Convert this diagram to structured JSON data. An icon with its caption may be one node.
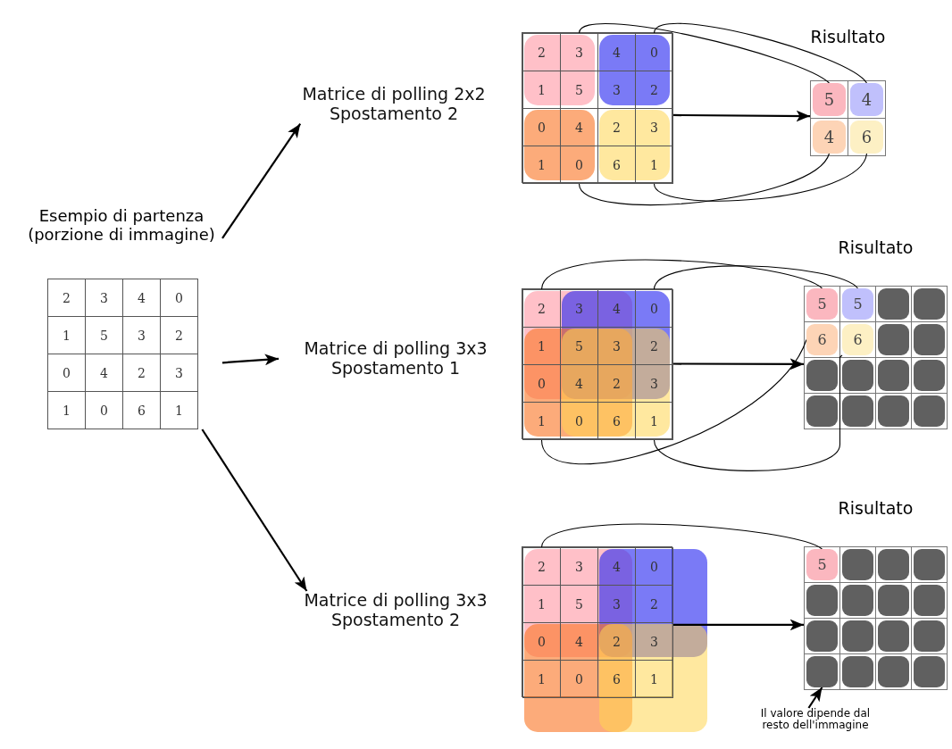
{
  "diagram": {
    "nodes": [
      {
        "text": [
          "Matrice di polling 2x2 Spostamento 2"
        ]
      },
      {
        "text": [],
        "shape": "box"
      },
      {
        "text": [
          "2"
        ],
        "in": 1
      },
      {
        "text": [
          "3"
        ],
        "in": 1
      },
      {
        "text": [
          "4"
        ],
        "in": 1
      },
      {
        "text": [
          "0"
        ],
        "in": 1
      },
      {
        "text": [
          "1"
        ],
        "in": 1
      },
      {
        "text": [
          "5"
        ],
        "in": 1
      },
      {
        "text": [
          "3"
        ],
        "in": 1
      },
      {
        "text": [
          "2"
        ],
        "in": 1
      },
      {
        "text": [
          "0"
        ],
        "in": 1
      },
      {
        "text": [
          "4"
        ],
        "in": 1
      },
      {
        "text": [
          "2"
        ],
        "in": 1
      },
      {
        "text": [
          "3"
        ],
        "in": 1
      },
      {
        "text": [
          "1"
        ],
        "in": 1
      },
      {
        "text": [
          "0"
        ],
        "in": 1
      },
      {
        "text": [
          "6"
        ],
        "in": 1
      },
      {
        "text": [
          "1"
        ],
        "in": 1
      },
      {
        "text": [
          "Risultato"
        ]
      },
      {
        "text": [
          "5"
        ],
        "in": 18
      },
      {
        "text": [
          "4"
        ],
        "in": 18
      },
      {
        "text": [
          "4"
        ],
        "in": 18
      },
      {
        "text": [
          "6"
        ],
        "in": 18
      },
      {
        "text": [
          "Esempio di partenza (porzione di immagine)"
        ]
      },
      {
        "text": [
          "2"
        ],
        "in": 23
      },
      {
        "text": [
          "3"
        ],
        "in": 23
      },
      {
        "text": [
          "4"
        ],
        "in": 23
      },
      {
        "text": [
          "0"
        ],
        "in": 23
      },
      {
        "text": [
          "1"
        ],
        "in": 23
      },
      {
        "text": [
          "5"
        ],
        "in": 23
      },
      {
        "text": [
          "3"
        ],
        "in": 23
      },
      {
        "text": [
          "2"
        ],
        "in": 23
      },
      {
        "text": [
          "0"
        ],
        "in": 23
      },
      {
        "text": [
          "4"
        ],
        "in": 23
      },
      {
        "text": [
          "2"
        ],
        "in": 23
      },
      {
        "text": [
          "3"
        ],
        "in": 23
      },
      {
        "text": [
          "1"
        ],
        "in": 23
      },
      {
        "text": [
          "0"
        ],
        "in": 23
      },
      {
        "text": [
          "6"
        ],
        "in": 23
      },
      {
        "text": [
          "1"
        ],
        "in": 23
      },
      {
        "text": [
          "Matrice di polling 3x3 Spostamento 1"
        ]
      },
      {
        "text": [],
        "shape": "box"
      },
      {
        "text": [
          "2"
        ],
        "in": 41
      },
      {
        "text": [
          "3"
        ],
        "in": 41
      },
      {
        "text": [
          "4"
        ],
        "in": 41
      },
      {
        "text": [
          "0"
        ],
        "in": 41
      },
      {
        "text": [
          "1"
        ],
        "in": 41
      },
      {
        "text": [
          "5"
        ],
        "in": 41
      },
      {
        "text": [
          "3"
        ],
        "in": 41
      },
      {
        "text": [
          "2"
        ],
        "in": 41
      },
      {
        "text": [
          "0"
        ],
        "in": 41
      },
      {
        "text": [
          "4"
        ],
        "in": 41
      },
      {
        "text": [
          "2"
        ],
        "in": 41
      },
      {
        "text": [
          "3"
        ],
        "in": 41
      },
      {
        "text": [
          "1"
        ],
        "in": 41
      },
      {
        "text": [
          "0"
        ],
        "in": 41
      },
      {
        "text": [
          "6"
        ],
        "in": 41
      },
      {
        "text": [
          "1"
        ],
        "in": 41
      },
      {
        "text": [
          "Risultato"
        ]
      },
      {
        "text": [
          "5"
        ],
        "in": 58
      },
      {
        "text": [
          "5"
        ],
        "in": 58
      },
      {
        "text": [],
        "shape": "box",
        "in": 58
      },
      {
        "text": [],
        "shape": "box",
        "in": 58
      },
      {
        "text": [
          "6"
        ],
        "in": 58
      },
      {
        "text": [
          "6"
        ],
        "in": 58
      },
      {
        "text": [],
        "shape": "box",
        "in": 58
      },
      {
        "text": [],
        "shape": "box",
        "in": 58
      },
      {
        "text": [],
        "shape": "box",
        "in": 58
      },
      {
        "text": [],
        "shape": "box",
        "in": 58
      },
      {
        "text": [],
        "shape": "box",
        "in": 58
      },
      {
        "text": [],
        "shape": "box",
        "in": 58
      },
      {
        "text": [],
        "shape": "box",
        "in": 58
      },
      {
        "text": [],
        "shape": "box",
        "in": 58
      },
      {
        "text": [],
        "shape": "box",
        "in": 58
      },
      {
        "text": [],
        "shape": "box",
        "in": 58
      },
      {
        "text": [
          "Matrice di polling 3x3 Spostamento 2"
        ]
      },
      {
        "text": [],
        "shape": "box"
      },
      {
        "text": [
          "2"
        ],
        "in": 76
      },
      {
        "text": [
          "3"
        ],
        "in": 76
      },
      {
        "text": [
          "4"
        ],
        "in": 76
      },
      {
        "text": [
          "0"
        ],
        "in": 76
      },
      {
        "text": [
          "1"
        ],
        "in": 76
      },
      {
        "text": [
          "5"
        ],
        "in": 76
      },
      {
        "text": [
          "3"
        ],
        "in": 76
      },
      {
        "text": [
          "2"
        ],
        "in": 76
      },
      {
        "text": [
          "0"
        ],
        "in": 76
      },
      {
        "text": [
          "4"
        ],
        "in": 76
      },
      {
        "text": [
          "2"
        ],
        "in": 76
      },
      {
        "text": [
          "3"
        ],
        "in": 76
      },
      {
        "text": [
          "1"
        ],
        "in": 76
      },
      {
        "text": [
          "0"
        ],
        "in": 76
      },
      {
        "text": [
          "6"
        ],
        "in": 76
      },
      {
        "text": [
          "1"
        ],
        "in": 76
      },
      {
        "text": [
          "Risultato"
        ]
      },
      {
        "text": [
          "5"
        ],
        "in": 93
      },
      {
        "text": [],
        "shape": "box",
        "in": 93
      },
      {
        "text": [],
        "shape": "box",
        "in": 93
      },
      {
        "text": [],
        "shape": "box",
        "in": 93
      },
      {
        "text": [],
        "shape": "box",
        "in": 93
      },
      {
        "text": [],
        "shape": "box",
        "in": 93
      },
      {
        "text": [],
        "shape": "box",
        "in": 93
      },
      {
        "text": [],
        "shape": "box",
        "in": 93
      },
      {
        "text": [],
        "shape": "box",
        "in": 93
      },
      {
        "text": [],
        "shape": "box",
        "in": 93
      },
      {
        "text": [],
        "shape": "box",
        "in": 93
      },
      {
        "text": [],
        "shape": "box",
        "in": 93
      },
      {
        "text": [],
        "shape": "box",
        "in": 93
      },
      {
        "text": [],
        "shape": "box",
        "in": 93
      },
      {
        "text": [],
        "shape": "box",
        "in": 93
      },
      {
        "text": [],
        "shape": "box",
        "in": 93
      },
      {
        "text": [
          "Il valore dipende dal resto dell'immagine"
        ]
      }
    ],
    "edges": [
      {
        "from": 23,
        "to": 0,
        "arrow": "to"
      },
      {
        "from": 23,
        "to": 40,
        "arrow": "to"
      },
      {
        "from": 23,
        "to": 75,
        "arrow": "to"
      },
      {
        "from": 1,
        "to": 18,
        "arrow": "to"
      },
      {
        "from": 41,
        "to": 58,
        "arrow": "to"
      },
      {
        "from": 76,
        "to": 93,
        "arrow": "to"
      },
      {
        "from": 3,
        "to": 19,
        "arrow": "none"
      },
      {
        "from": 5,
        "to": 20,
        "arrow": "none"
      },
      {
        "from": 15,
        "to": 21,
        "arrow": "none"
      },
      {
        "from": 17,
        "to": 22,
        "arrow": "none"
      },
      {
        "from": 42,
        "to": 59,
        "arrow": "none"
      },
      {
        "from": 45,
        "to": 60,
        "arrow": "none"
      },
      {
        "from": 54,
        "to": 63,
        "arrow": "none"
      },
      {
        "from": 57,
        "to": 64,
        "arrow": "none"
      },
      {
        "from": 77,
        "to": 94,
        "arrow": "none"
      },
      {
        "from": 110,
        "to": 106,
        "arrow": "to"
      }
    ]
  }
}
